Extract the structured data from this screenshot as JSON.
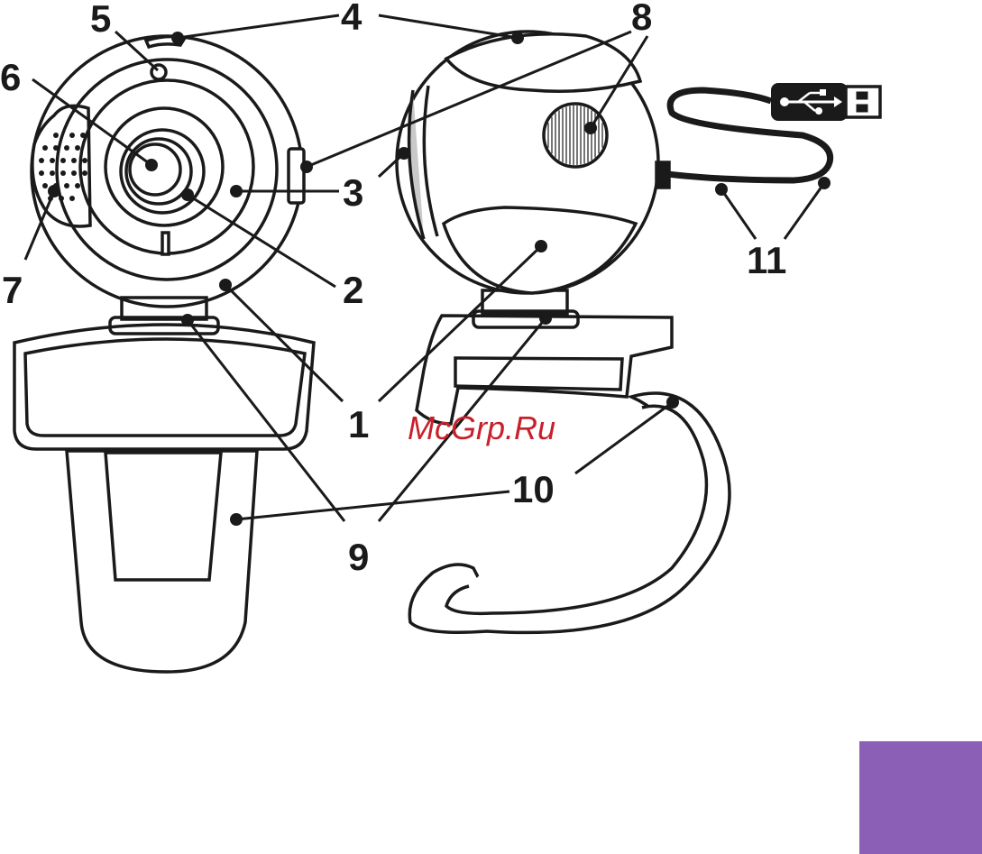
{
  "diagram": {
    "labels": {
      "l1": "1",
      "l2": "2",
      "l3": "3",
      "l4": "4",
      "l5": "5",
      "l6": "6",
      "l7": "7",
      "l8": "8",
      "l9": "9",
      "l10": "10",
      "l11": "11"
    },
    "watermark": "McGrp.Ru",
    "colors": {
      "line": "#1a1a1a",
      "body": "#c9c9c9",
      "watermark": "#c8202a",
      "corner_tab": "#8b5fb5",
      "background": "#ffffff"
    }
  }
}
